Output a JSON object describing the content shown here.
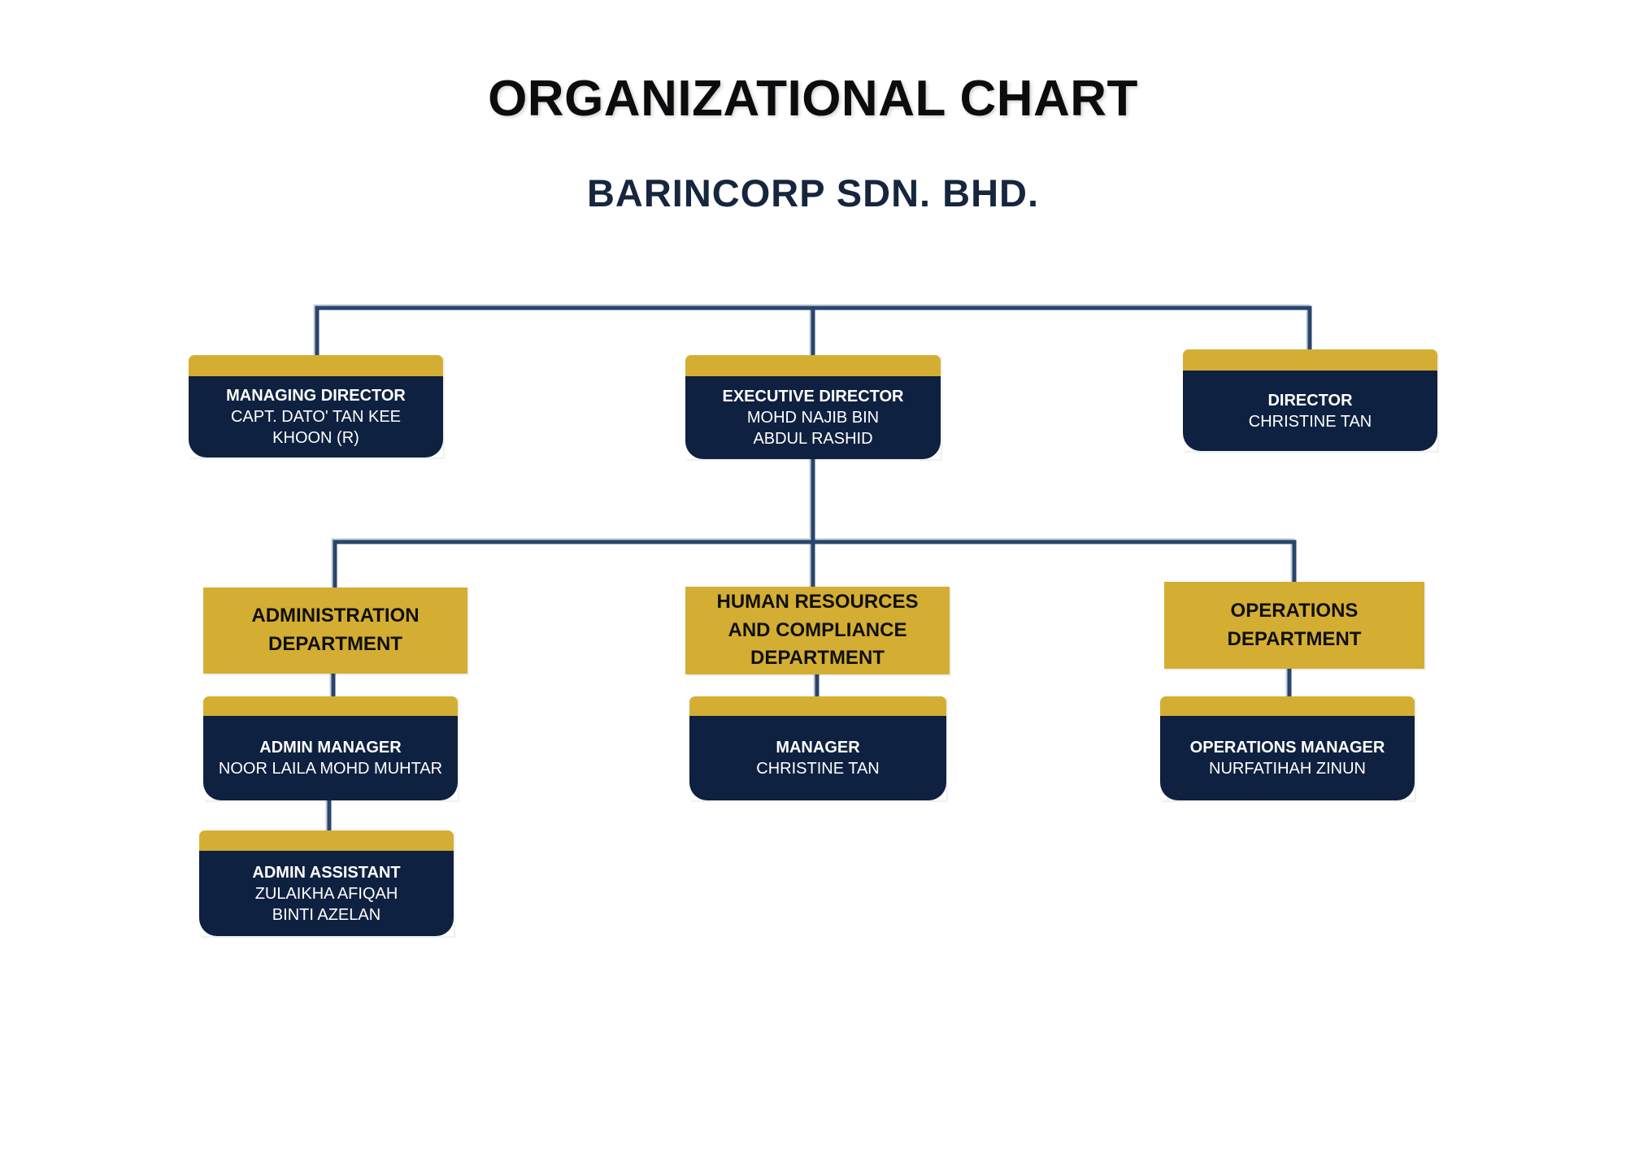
{
  "header": {
    "title": "ORGANIZATIONAL CHART",
    "subtitle": "BARINCORP SDN. BHD."
  },
  "colors": {
    "navy": "#0f2140",
    "gold": "#d4ae33",
    "connector": "#29456b",
    "title": "#0c0c0f",
    "subtitle": "#16263e"
  },
  "nodes": {
    "managing_director": {
      "role": "MANAGING DIRECTOR",
      "name": "CAPT. DATO' TAN KEE\nKHOON (R)"
    },
    "executive_director": {
      "role": "EXECUTIVE DIRECTOR",
      "name": "MOHD NAJIB BIN\nABDUL RASHID"
    },
    "director": {
      "role": "DIRECTOR",
      "name": "CHRISTINE TAN"
    },
    "admin_department": {
      "label": "ADMINISTRATION\nDEPARTMENT"
    },
    "hr_department": {
      "label": "HUMAN RESOURCES\nAND COMPLIANCE\nDEPARTMENT"
    },
    "operations_department": {
      "label": "OPERATIONS\nDEPARTMENT"
    },
    "admin_manager": {
      "role": "ADMIN MANAGER",
      "name": "NOOR LAILA MOHD MUHTAR"
    },
    "hr_manager": {
      "role": "MANAGER",
      "name": "CHRISTINE TAN"
    },
    "operations_manager": {
      "role": "OPERATIONS MANAGER",
      "name": "NURFATIHAH ZINUN"
    },
    "admin_assistant": {
      "role": "ADMIN ASSISTANT",
      "name": "ZULAIKHA AFIQAH\nBINTI AZELAN"
    }
  }
}
